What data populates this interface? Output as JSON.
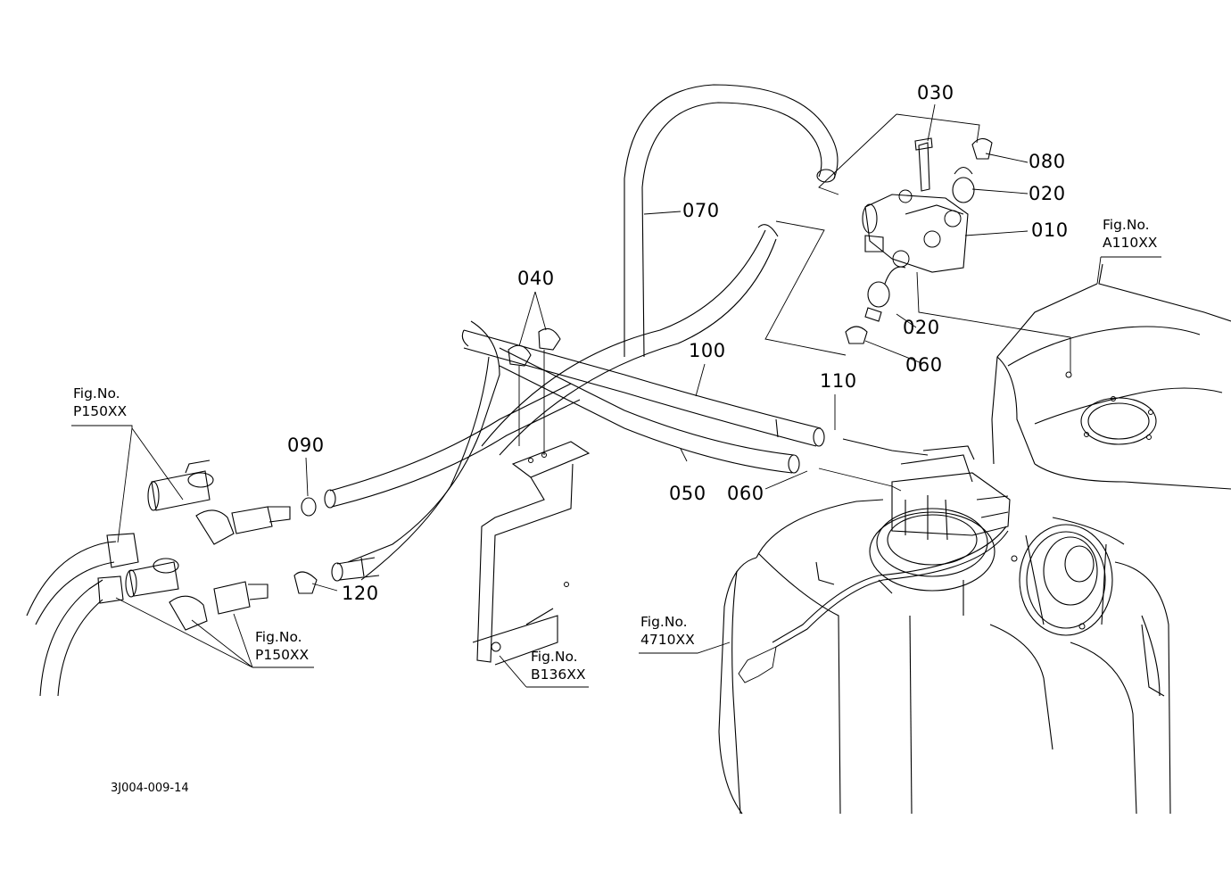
{
  "part_labels": {
    "p010": "010",
    "p020a": "020",
    "p020b": "020",
    "p030": "030",
    "p040": "040",
    "p050": "050",
    "p060a": "060",
    "p060b": "060",
    "p070": "070",
    "p080": "080",
    "p090": "090",
    "p100": "100",
    "p110": "110",
    "p120": "120"
  },
  "figure_refs": {
    "a110": {
      "line1": "Fig.No.",
      "line2": "A110XX"
    },
    "p150_top": {
      "line1": "Fig.No.",
      "line2": "P150XX"
    },
    "p150_bottom": {
      "line1": "Fig.No.",
      "line2": "P150XX"
    },
    "b136": {
      "line1": "Fig.No.",
      "line2": "B136XX"
    },
    "r4710": {
      "line1": "Fig.No.",
      "line2": "4710XX"
    }
  },
  "drawing_code": "3J004-009-14"
}
